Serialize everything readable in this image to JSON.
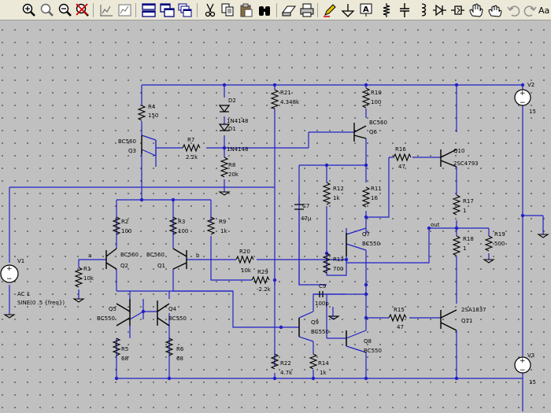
{
  "toolbar": {
    "buttons": [
      {
        "name": "zoom-in",
        "icon": "zoom-in-icon"
      },
      {
        "name": "zoom-full",
        "icon": "zoom-full-icon"
      },
      {
        "name": "zoom-out",
        "icon": "zoom-out-icon"
      },
      {
        "name": "zoom-cancel",
        "icon": "zoom-cancel-icon"
      },
      {
        "name": "autorange",
        "icon": "autorange-icon"
      },
      {
        "name": "delete-plot",
        "icon": "delete-plot-icon"
      },
      {
        "name": "tile-horizontal",
        "icon": "tile-horizontal-icon"
      },
      {
        "name": "tile-vertical",
        "icon": "tile-vertical-icon"
      },
      {
        "name": "cascade",
        "icon": "cascade-icon"
      },
      {
        "name": "cut",
        "icon": "scissors-icon"
      },
      {
        "name": "copy",
        "icon": "copy-icon"
      },
      {
        "name": "paste",
        "icon": "paste-icon"
      },
      {
        "name": "find",
        "icon": "binoculars-icon"
      },
      {
        "name": "page-setup",
        "icon": "page-setup-icon"
      },
      {
        "name": "print",
        "icon": "printer-icon"
      },
      {
        "name": "draw-wire",
        "icon": "pencil-icon"
      },
      {
        "name": "ground",
        "icon": "ground-icon"
      },
      {
        "name": "label-net",
        "icon": "label-net-icon"
      },
      {
        "name": "resistor",
        "icon": "resistor-icon"
      },
      {
        "name": "capacitor",
        "icon": "capacitor-icon"
      },
      {
        "name": "inductor",
        "icon": "inductor-icon"
      },
      {
        "name": "diode",
        "icon": "diode-icon"
      },
      {
        "name": "component",
        "icon": "component-icon"
      },
      {
        "name": "move",
        "icon": "hand-move-icon"
      },
      {
        "name": "drag",
        "icon": "hand-drag-icon"
      },
      {
        "name": "undo",
        "icon": "undo-icon"
      },
      {
        "name": "redo",
        "icon": "redo-icon"
      },
      {
        "name": "text",
        "icon": "text-icon"
      }
    ],
    "text_tool_glyph": "Aa"
  },
  "schematic": {
    "wire_color": "#2020c8",
    "labels": {
      "R4": "R4",
      "R4v": "150",
      "BC560a": "BC560",
      "Q3": "Q3",
      "D2": "D2",
      "D2m": "1N4148",
      "D1": "D1",
      "D1m": "1N4148",
      "R7": "R7",
      "R7v": "2.2k",
      "R8": "R8",
      "R8v": "20k",
      "R21": "R21",
      "R21v": "4.348k",
      "R10": "R10",
      "R10v": "100",
      "BC560b": "BC560",
      "Q6": "Q6",
      "R16": "R16",
      "R16v": "47",
      "Q10": "Q10",
      "Q10m": "2SC4793",
      "V2": "V2",
      "V2v": "15",
      "R2": "R2",
      "R2v": "100",
      "R3": "R3",
      "R3v": "100",
      "R9": "R9",
      "R9v": "1k",
      "BC560c": "BC560",
      "BC560d": "BC560",
      "Q2": "Q2",
      "Q1": "Q1",
      "a": "a",
      "b": "b",
      "R1": "R1",
      "R1v": "10k",
      "R20": "R20",
      "R20v": "10k",
      "R29": "R29",
      "R29v": "-2.2k",
      "R12": "R12",
      "R12v": "1k",
      "R11": "R11",
      "R11v": "16",
      "C7": "C7",
      "C7v": "47µ",
      "Q7": "Q7",
      "Q7m": "BC550",
      "R13": "R13",
      "R13v": "700",
      "C9": "C9",
      "C9v": "100p",
      "R17": "R17",
      "R17v": "1",
      "out": "out",
      "R18": "R18",
      "R18v": "1",
      "R19": "R19",
      "R19v": "500",
      "V1": "V1",
      "V1a": "AC 1",
      "V1b": "SINE(0 .5 {freq})",
      "Q5": "Q5",
      "Q5m": "BC550",
      "Q4": "Q4",
      "Q4m": "BC550",
      "Q9": "Q9",
      "Q9m": "BC550",
      "Q8": "Q8",
      "Q8m": "BC550",
      "R15": "R15",
      "R15v": "47",
      "Q11m": "2SA1837",
      "Q11": "Q11",
      "R5": "R5",
      "R5v": "68",
      "R6": "R6",
      "R6v": "68",
      "R22": "R22",
      "R22v": "4.7k",
      "R14": "R14",
      "R14v": "1k",
      "V3": "V3",
      "V3v": "15"
    }
  }
}
